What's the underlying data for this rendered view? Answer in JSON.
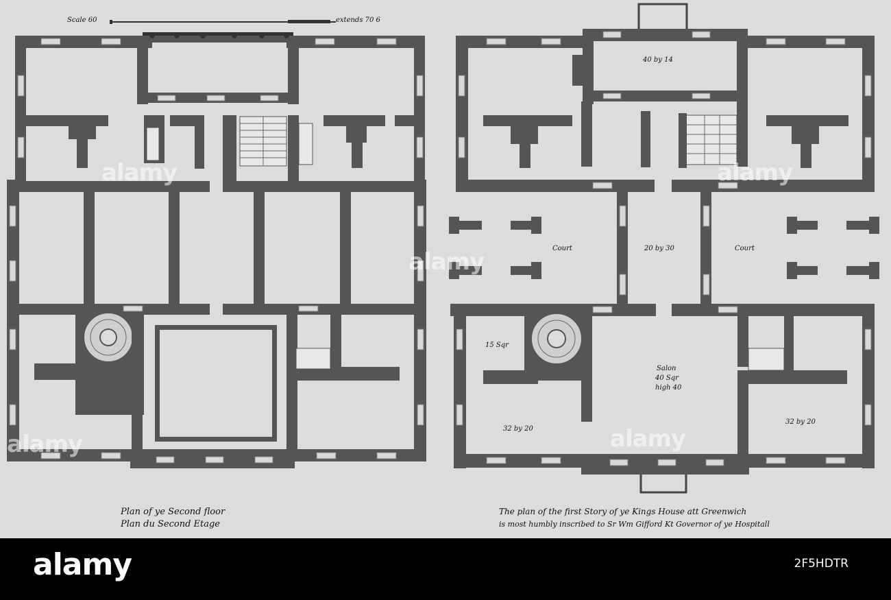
{
  "scale": {
    "left": "Scale 60",
    "right": "extends 70 6"
  },
  "left_plan": {
    "caption_line1": "Plan of ye Second floor",
    "caption_line2": "Plan du Second Etage"
  },
  "right_plan": {
    "caption_line1": "The plan of the first Story of ye Kings House att Greenwich",
    "caption_line2": "is most humbly inscribed to Sr Wm Gifford Kt Governor of ye Hospitall",
    "rooms": {
      "top_center": "40 by 14",
      "court_left": "Court",
      "center": "20 by 30",
      "court_right": "Court",
      "small_left": "15 Sqr",
      "salon_line1": "Salon",
      "salon_line2": "40 Sqr",
      "salon_line3": "high 40",
      "bottom_left": "32 by 20",
      "bottom_right": "32 by 20"
    }
  },
  "watermark": "alamy",
  "footer": {
    "brand": "alamy",
    "stock_id": "2F5HDTR"
  },
  "colors": {
    "wall": "#555555",
    "paper": "#dcdcdc",
    "footer_bg": "#000000"
  }
}
